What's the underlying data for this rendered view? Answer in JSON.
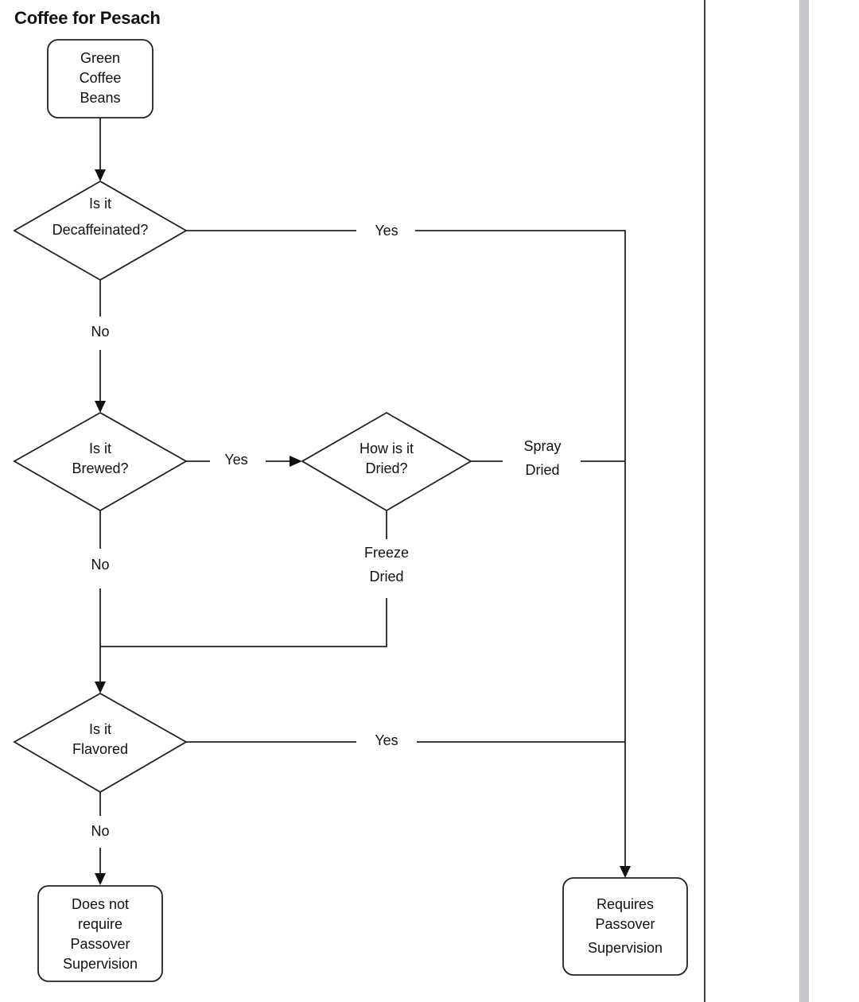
{
  "title": "Coffee for Pesach",
  "nodes": {
    "green_beans": [
      "Green",
      "Coffee",
      "Beans"
    ],
    "decaf": [
      "Is it",
      "Decaffeinated?"
    ],
    "brewed": [
      "Is it",
      "Brewed?"
    ],
    "dried": [
      "How is it",
      "Dried?"
    ],
    "flavored": [
      "Is it",
      "Flavored"
    ],
    "no_supervision": [
      "Does not",
      "require",
      "Passover",
      "Supervision"
    ],
    "requires_supervision": [
      "Requires",
      "Passover",
      "Supervision"
    ]
  },
  "edges": {
    "decaf_yes": [
      "Yes"
    ],
    "decaf_no": [
      "No"
    ],
    "brewed_yes": [
      "Yes"
    ],
    "brewed_no": [
      "No"
    ],
    "spray_dried": [
      "Spray",
      "Dried"
    ],
    "freeze_dried": [
      "Freeze",
      "Dried"
    ],
    "flavored_yes": [
      "Yes"
    ],
    "flavored_no": [
      "No"
    ]
  }
}
